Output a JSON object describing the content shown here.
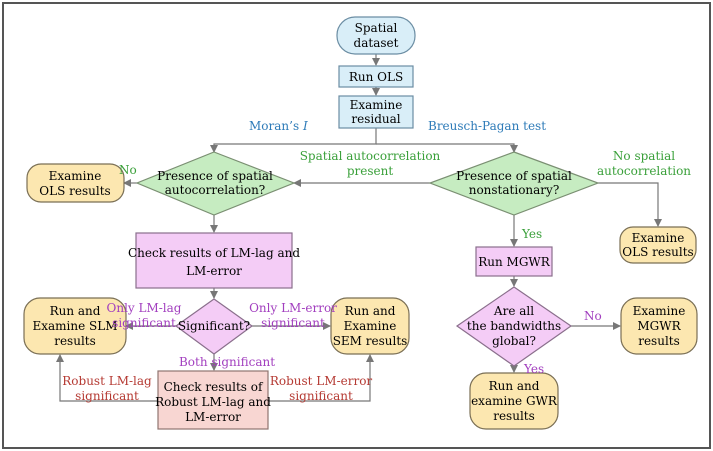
{
  "colors": {
    "border": "#555555",
    "blue_fill": "#d9eef8",
    "blue_stroke": "#6b8da3",
    "green_fill": "#c6ecc1",
    "green_stroke": "#7a8f72",
    "yellow_fill": "#fce7b0",
    "yellow_stroke": "#7a6f55",
    "violet_fill": "#f4ccf6",
    "violet_stroke": "#8a6f8c",
    "pink_fill": "#f8d6d2",
    "pink_stroke": "#8f7470",
    "edge": "#777777"
  },
  "nodes": {
    "spatial_dataset": [
      "Spatial",
      "dataset"
    ],
    "run_ols": [
      "Run OLS"
    ],
    "examine_residual": [
      "Examine",
      "residual"
    ],
    "presence_autocorr": [
      "Presence of spatial",
      "autocorrelation?"
    ],
    "presence_nonstat": [
      "Presence of spatial",
      "nonstationary?"
    ],
    "examine_ols_left": [
      "Examine",
      "OLS results"
    ],
    "examine_ols_right": [
      "Examine",
      "OLS results"
    ],
    "check_lm": [
      "Check results of LM-lag and",
      "LM-error"
    ],
    "significant": [
      "Significant?"
    ],
    "run_slm": [
      "Run and",
      "Examine SLM",
      "results"
    ],
    "run_sem": [
      "Run and",
      "Examine",
      "SEM results"
    ],
    "check_robust": [
      "Check results of",
      "Robust LM-lag and",
      "LM-error"
    ],
    "run_mgwr": [
      "Run MGWR"
    ],
    "bandwidths": [
      "Are all",
      "the bandwidths",
      "global?"
    ],
    "examine_mgwr": [
      "Examine",
      "MGWR",
      "results"
    ],
    "run_gwr": [
      "Run and",
      "examine GWR",
      "results"
    ]
  },
  "labels": {
    "morans": "Moran’s",
    "morans_i": "I",
    "breusch": "Breusch-Pagan test",
    "no_left": "No",
    "spatial_present": [
      "Spatial autocorrelation",
      "present"
    ],
    "no_spatial": [
      "No spatial",
      "autocorrelation"
    ],
    "yes_mid": "Yes",
    "only_lag": [
      "Only LM-lag",
      "significant"
    ],
    "only_error": [
      "Only LM-error",
      "significant"
    ],
    "both": "Both significant",
    "robust_lag": [
      "Robust LM-lag",
      "significant"
    ],
    "robust_error": [
      "Robust LM-error",
      "significant"
    ],
    "no_mgwr": "No",
    "yes_gwr": "Yes"
  }
}
